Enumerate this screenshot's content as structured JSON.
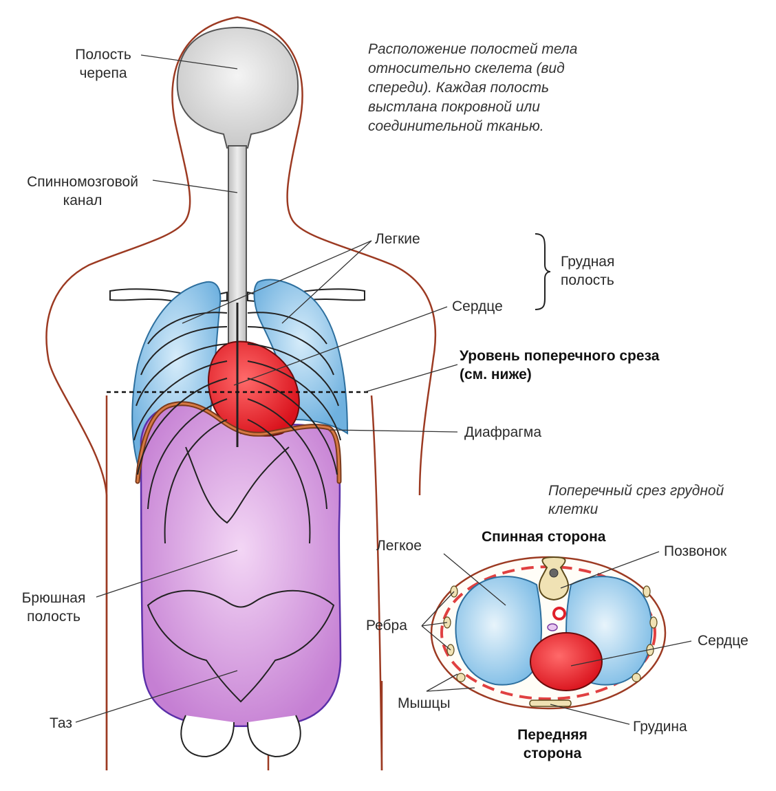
{
  "caption": "Расположение полостей тела\nотносительно скелета (вид\nспереди). Каждая полость\nвыстлана покровной или\nсоединительной тканью.",
  "labels": {
    "cranial_1": "Полость",
    "cranial_2": "черепа",
    "spinal_1": "Спинномозговой",
    "spinal_2": "канал",
    "lungs": "Легкие",
    "thoracic_1": "Грудная",
    "thoracic_2": "полость",
    "heart": "Сердце",
    "section_level_1": "Уровень поперечного среза",
    "section_level_2": "(см. ниже)",
    "diaphragm": "Диафрагма",
    "abdominal_1": "Брюшная",
    "abdominal_2": "полость",
    "pelvis": "Таз"
  },
  "section": {
    "title_1": "Поперечный срез грудной",
    "title_2": "клетки",
    "dorsal": "Спинная сторона",
    "lung": "Легкое",
    "vertebra": "Позвонок",
    "ribs": "Ребра",
    "heart": "Сердце",
    "muscles": "Мышцы",
    "sternum": "Грудина",
    "ventral_1": "Передняя",
    "ventral_2": "сторона"
  },
  "colors": {
    "body_outline": "#9c3a22",
    "lung": "#8fc4e6",
    "heart": "#e8262e",
    "abdomen": "#d89ee0",
    "diaphragm": "#b65a2c",
    "bone": "#ffffff"
  }
}
